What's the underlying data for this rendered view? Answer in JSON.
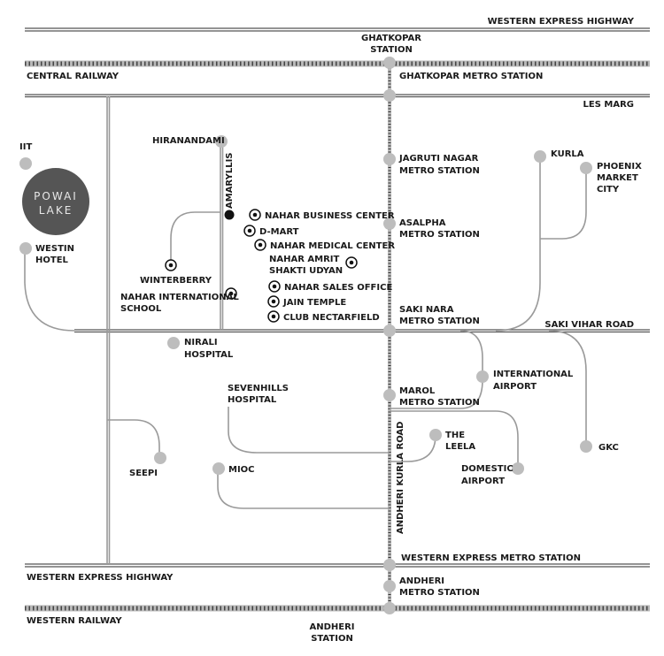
{
  "highways": {
    "western_express_top": "WESTERN EXPRESS HIGHWAY",
    "western_express_bottom": "WESTERN EXPRESS HIGHWAY"
  },
  "railways": {
    "central": "CENTRAL RAILWAY",
    "western": "WESTERN RAILWAY"
  },
  "roads": {
    "les_marg": "LES MARG",
    "saki_vihar": "SAKI VIHAR ROAD",
    "amaryllis": "AMARYLLIS",
    "andheri_kurla": "ANDHERI KURLA ROAD"
  },
  "stations": {
    "ghatkopar": [
      "GHATKOPAR",
      "STATION"
    ],
    "ghatkopar_metro": "GHATKOPAR METRO STATION",
    "jagruti": [
      "JAGRUTI NAGAR",
      "METRO STATION"
    ],
    "asalpha": [
      "ASALPHA",
      "METRO STATION"
    ],
    "saki_nara": [
      "SAKI NARA",
      "METRO STATION"
    ],
    "marol": [
      "MAROL",
      "METRO STATION"
    ],
    "western_express_metro": "WESTERN EXPRESS METRO STATION",
    "andheri_metro": [
      "ANDHERI",
      "METRO STATION"
    ],
    "andheri": [
      "ANDHERI",
      "STATION"
    ]
  },
  "places": {
    "iit": "IIT",
    "powai_lake": [
      "POWAI",
      "LAKE"
    ],
    "westin": [
      "WESTIN",
      "HOTEL"
    ],
    "hiranandani": "HIRANANDAMI",
    "winterberry": "WINTERBERRY",
    "nahar_school": [
      "NAHAR INTERNATIONAL",
      "SCHOOL"
    ],
    "nirali": [
      "NIRALI",
      "HOSPITAL"
    ],
    "sevenhills": [
      "SEVENHILLS",
      "HOSPITAL"
    ],
    "seepi": "SEEPI",
    "mioc": "MIOC",
    "kurla": "KURLA",
    "phoenix": [
      "PHOENIX",
      "MARKET",
      "CITY"
    ],
    "international_airport": [
      "INTERNATIONAL",
      "AIRPORT"
    ],
    "the_leela": [
      "THE",
      "LEELA"
    ],
    "domestic_airport": [
      "DOMESTIC",
      "AIRPORT"
    ],
    "gkc": "GKC"
  },
  "landmarks": {
    "nahar_business": "NAHAR BUSINESS CENTER",
    "dmart": "D-MART",
    "nahar_medical": "NAHAR MEDICAL CENTER",
    "nahar_amrit": [
      "NAHAR AMRIT",
      "SHAKTI UDYAN"
    ],
    "nahar_sales": "NAHAR SALES OFFICE",
    "jain_temple": "JAIN TEMPLE",
    "club_nectarfield": "CLUB NECTARFIELD"
  },
  "colors": {
    "lake": "#555555",
    "node": "#bdbdbd",
    "road": "#9a9a9a"
  }
}
